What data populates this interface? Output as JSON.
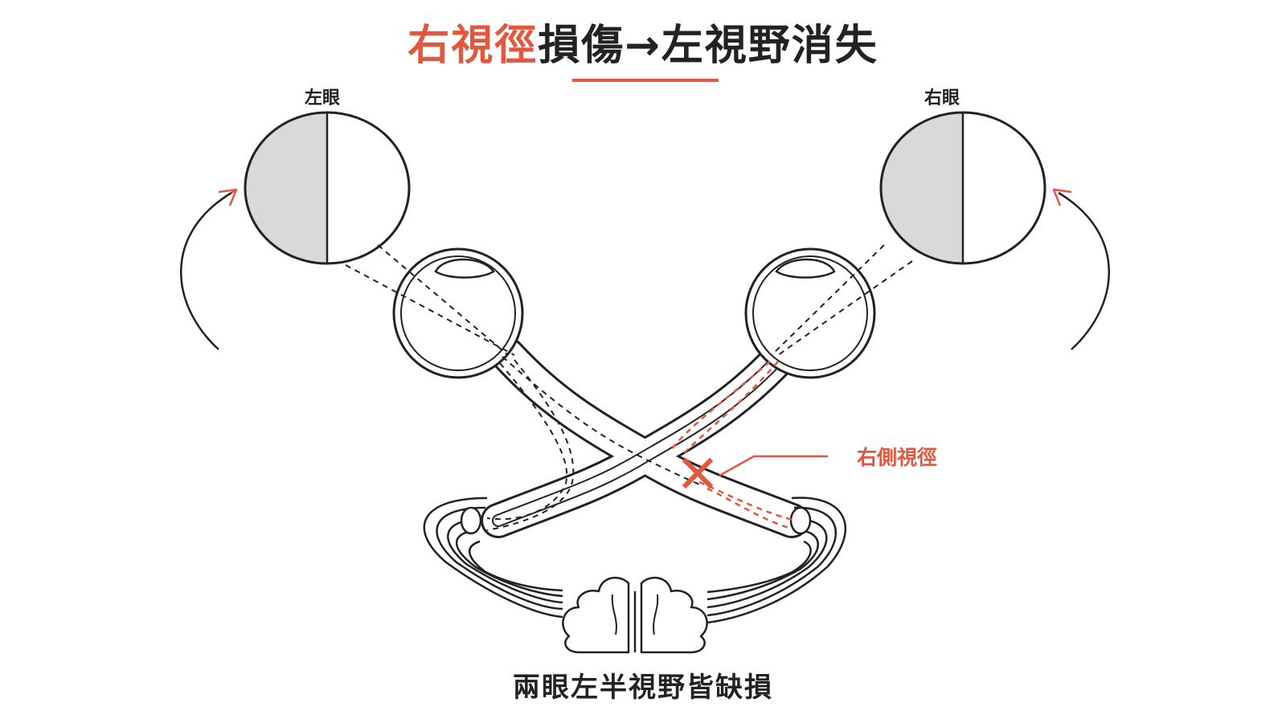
{
  "title": {
    "accent_text": "右視徑",
    "rest_text": "損傷→左視野消失"
  },
  "labels": {
    "left_eye": "左眼",
    "right_eye": "右眼",
    "right_optic_path": "右側視徑"
  },
  "caption": "兩眼左半視野皆缺損",
  "colors": {
    "accent": "#e2583e",
    "ink": "#222222",
    "shade": "#d9d9d9"
  },
  "field_loss": {
    "left_eye": "left-half",
    "right_eye": "left-half"
  },
  "lesion_icon": "x-mark-icon"
}
